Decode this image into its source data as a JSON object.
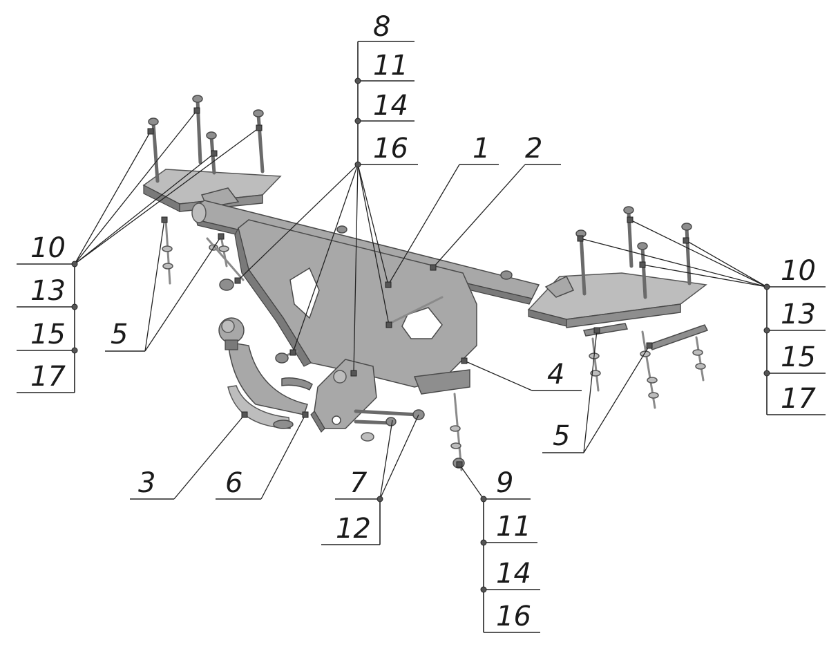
{
  "callouts": {
    "c1": "1",
    "c2": "2",
    "c3": "3",
    "c4": "4",
    "c5_left": "5",
    "c5_right": "5",
    "c6": "6",
    "top_stack": [
      "8",
      "11",
      "14",
      "16"
    ],
    "left_stack": [
      "10",
      "13",
      "15",
      "17"
    ],
    "right_stack": [
      "10",
      "13",
      "15",
      "17"
    ],
    "c7_stack": [
      "7",
      "12"
    ],
    "bottom_stack": [
      "9",
      "11",
      "14",
      "16"
    ]
  }
}
